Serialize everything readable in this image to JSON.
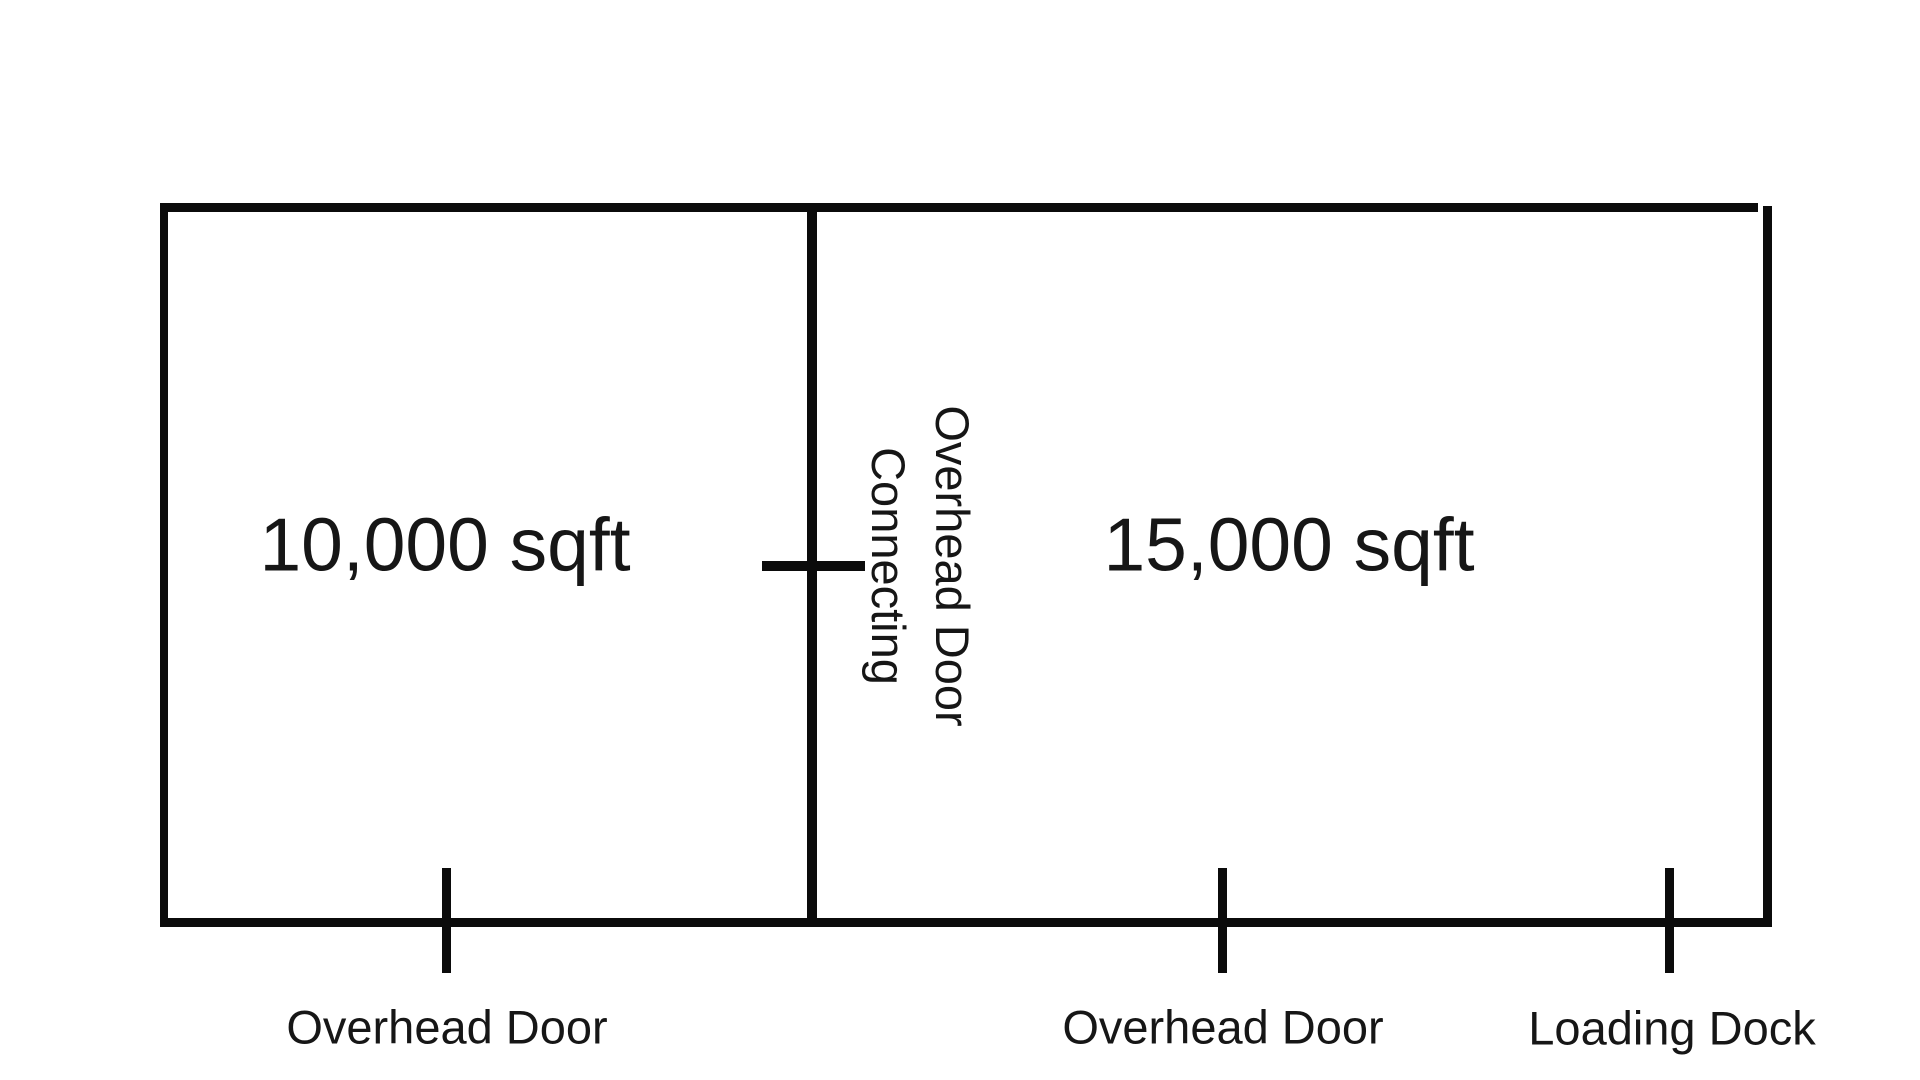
{
  "colors": {
    "background": "#ffffff",
    "line": "#0b0b0b",
    "text": "#161616"
  },
  "units": {
    "left_area": "10,000 sqft",
    "right_area": "15,000 sqft"
  },
  "connecting_label": {
    "line1": "Overhead Door",
    "line2": "Connecting"
  },
  "bottom_labels": {
    "left_door": "Overhead Door",
    "right_door": "Overhead Door",
    "dock": "Loading Dock"
  }
}
